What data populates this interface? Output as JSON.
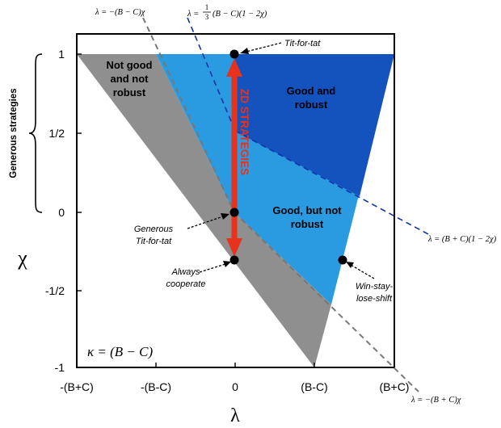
{
  "equations": {
    "top_left": "λ = −(B − C)χ",
    "top_mid_prefix": "λ =",
    "top_mid_num": "1",
    "top_mid_den": "3",
    "top_mid_rest": "(B − C)(1 − 2χ)",
    "right": "λ = (B + C)(1 − 2χ)",
    "bottom_right": "λ = −(B + C)χ"
  },
  "regions": {
    "not_good_line1": "Not good",
    "not_good_line2": "and not",
    "not_good_line3": "robust",
    "good_robust_line1": "Good and",
    "good_robust_line2": "robust",
    "good_not_robust_line1": "Good, but not",
    "good_not_robust_line2": "robust"
  },
  "points": {
    "tft": "Tit-for-tat",
    "gtft_line1": "Generous",
    "gtft_line2": "Tit-for-tat",
    "allc_line1": "Always",
    "allc_line2": "cooperate",
    "wsls_line1": "Win-stay-",
    "wsls_line2": "lose-shift"
  },
  "zd_label": "ZD STRATEGIES",
  "kappa": "κ = (B − C)",
  "generous_label": "Generous strategies",
  "axes": {
    "x_title": "λ",
    "y_title": "χ",
    "x_ticks": [
      "-(B+C)",
      "-(B-C)",
      "0",
      "(B-C)",
      "(B+C)"
    ],
    "y_ticks": [
      "1",
      "1/2",
      "0",
      "-1/2",
      "-1"
    ]
  },
  "colors": {
    "gray": "#8f8f8f",
    "light_blue": "#2a9be0",
    "dark_blue": "#1452bd",
    "arrow_red": "#e8321c"
  }
}
